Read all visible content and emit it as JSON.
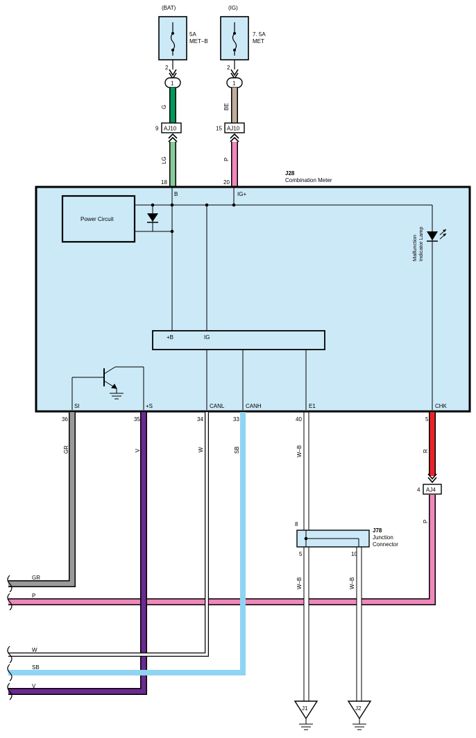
{
  "fuses": [
    {
      "source": "(BAT)",
      "rating": "5A",
      "name": "MET–B",
      "pin": "2",
      "terminal": "1"
    },
    {
      "source": "(IG)",
      "rating": "7. 5A",
      "name": "MET",
      "pin": "2",
      "terminal": "1"
    }
  ],
  "upper_wires": {
    "bat_fuse_to_aj10": "G",
    "ig_fuse_to_aj10": "BE",
    "aj10_to_meter_b": "LG",
    "aj10_to_meter_ig": "P"
  },
  "aj10": {
    "label": "AJ10",
    "pin_left": "9",
    "pin_right": "15"
  },
  "meter": {
    "id": "J28",
    "name": "Combination Meter",
    "power_circuit": "Power Circuit",
    "mil_lamp_line1": "Malfunction",
    "mil_lamp_line2": "Indicator Lamp",
    "top_pins": {
      "b_num": "18",
      "b_label": "B",
      "ig_num": "20",
      "ig_label": "IG+"
    },
    "ic_pins": {
      "plus_b": "+B",
      "ig": "IG"
    },
    "bottom_pins": [
      {
        "label": "SI",
        "num": "36",
        "wire": "GR"
      },
      {
        "label": "+S",
        "num": "35",
        "wire": "V"
      },
      {
        "label": "CANL",
        "num": "34",
        "wire": "W"
      },
      {
        "label": "CANH",
        "num": "33",
        "wire": "SB"
      },
      {
        "label": "E1",
        "num": "40",
        "wire": "W–B"
      },
      {
        "label": "CHK",
        "num": "5",
        "wire": "R"
      }
    ]
  },
  "aj4": {
    "label": "AJ4",
    "pin": "4",
    "wire_below": "P"
  },
  "junction": {
    "id": "J78",
    "line1": "Junction",
    "line2": "Connector",
    "pin_in": "8",
    "pin_out_left": "5",
    "pin_out_right": "10",
    "wire_left": "W–B",
    "wire_right": "W–B"
  },
  "grounds": [
    "J1",
    "J2"
  ],
  "continuation_wires": [
    "GR",
    "P",
    "W",
    "SB",
    "V"
  ],
  "colors": {
    "meter_fill": "#cce9f7",
    "green": "#00995a",
    "light_green": "#88cc99",
    "beige": "#c0ad9c",
    "pink": "#f088bb",
    "gray": "#9a9a9a",
    "violet": "#6b2a8f",
    "sky_blue": "#8fd4f2",
    "red": "#e8242a",
    "fuse_fill": "#cce9f7"
  }
}
